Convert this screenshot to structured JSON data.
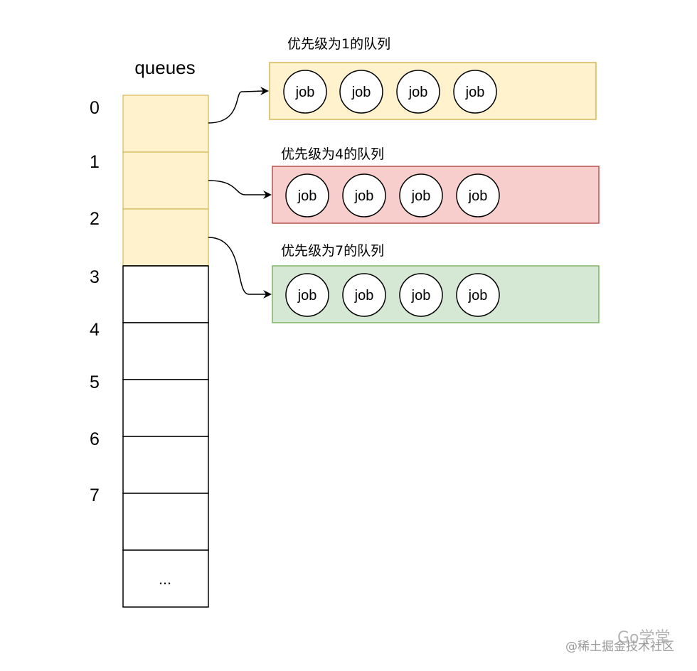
{
  "diagram": {
    "title": "queues",
    "indices": [
      "0",
      "1",
      "2",
      "3",
      "4",
      "5",
      "6",
      "7"
    ],
    "ellipsis": "...",
    "queues": [
      {
        "label": "优先级为1的队列",
        "fill": "#fff2cc",
        "stroke": "#d6b656",
        "jobs": [
          "job",
          "job",
          "job",
          "job"
        ],
        "source_index": 0
      },
      {
        "label": "优先级为4的队列",
        "fill": "#f8cecc",
        "stroke": "#b85450",
        "jobs": [
          "job",
          "job",
          "job",
          "job"
        ],
        "source_index": 1
      },
      {
        "label": "优先级为7的队列",
        "fill": "#d5e8d4",
        "stroke": "#82b366",
        "jobs": [
          "job",
          "job",
          "job",
          "job"
        ],
        "source_index": 2
      }
    ],
    "highlight_color": "#fff2cc",
    "highlight_stroke": "#d6b656"
  },
  "watermark": {
    "text": "@稀土掘金技术社区",
    "overlay": "Go学堂"
  }
}
